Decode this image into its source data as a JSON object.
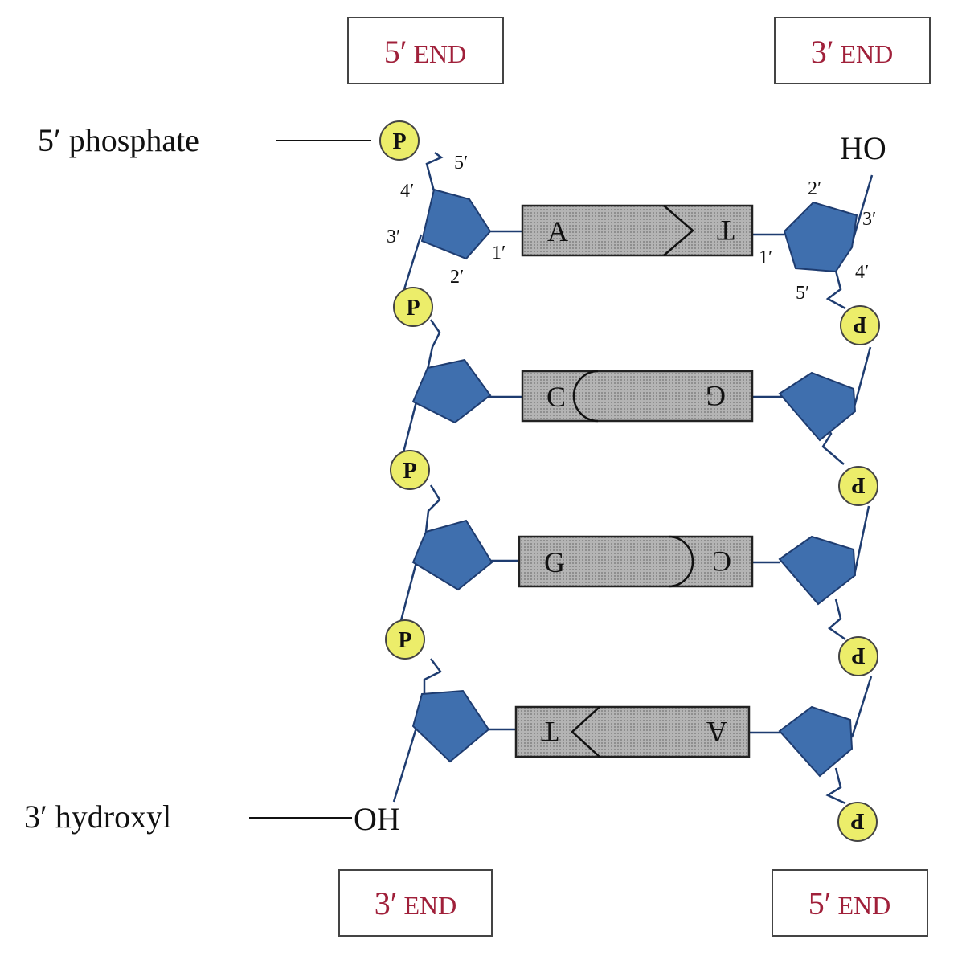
{
  "ends": {
    "top_left": {
      "num": "5′",
      "word": "END"
    },
    "top_right": {
      "num": "3′",
      "word": "END"
    },
    "bottom_left": {
      "num": "3′",
      "word": "END"
    },
    "bottom_right": {
      "num": "5′",
      "word": "END"
    }
  },
  "labels": {
    "phosphate_5": "5′ phosphate",
    "hydroxyl_3": "3′ hydroxyl",
    "oh_left": "OH",
    "ho_right": "HO"
  },
  "phosphate_letter": "P",
  "carbon_labels": {
    "left": {
      "c5": "5′",
      "c4": "4′",
      "c3": "3′",
      "c2": "2′",
      "c1": "1′"
    },
    "right": {
      "c1": "1′",
      "c2": "2′",
      "c3": "3′",
      "c4": "4′",
      "c5": "5′"
    }
  },
  "base_pairs": [
    {
      "left": "A",
      "right": "T"
    },
    {
      "left": "C",
      "right": "G"
    },
    {
      "left": "G",
      "right": "C"
    },
    {
      "left": "T",
      "right": "A"
    }
  ],
  "colors": {
    "sugar": "#3f6fae",
    "phosphate": "#eced6a",
    "base": "#a8a8a8",
    "end_text": "#a0203a"
  }
}
